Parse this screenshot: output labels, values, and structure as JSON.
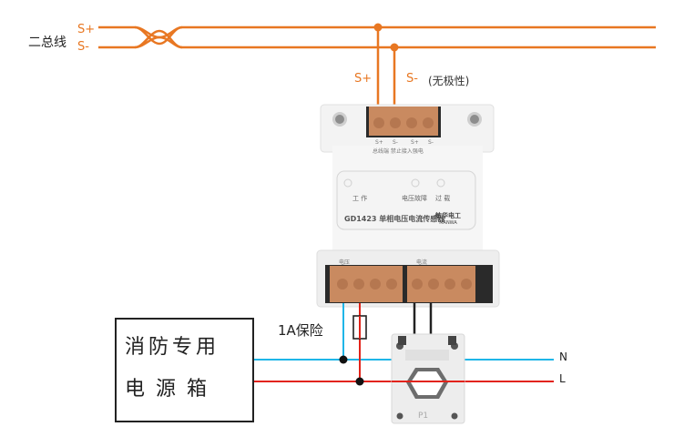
{
  "colors": {
    "bus": "#e87722",
    "neutral": "#1fb6e8",
    "line": "#e2231a",
    "ct_lead": "#222222",
    "terminal": "#c98a60",
    "device_body": "#f0f0f0"
  },
  "bus": {
    "title": "二总线",
    "s_plus": "S+",
    "s_minus": "S-"
  },
  "tap": {
    "s_plus": "S+",
    "s_minus": "S-",
    "non_polar": "(无极性)"
  },
  "device": {
    "top_terminal_pins": [
      "S+",
      "S-",
      "S+",
      "S-"
    ],
    "top_terminal_note": "总线端 禁止接入强电",
    "indicators": [
      "工 作",
      "电压故障",
      "过 载"
    ],
    "model": "GD1423 单相电压电流传感器",
    "brand_cn": "敏华电工",
    "brand_en": "MANWA",
    "bottom_left_label": "电压",
    "bottom_right_label": "电流"
  },
  "fuse": {
    "label": "1A保险"
  },
  "power_box": {
    "line1": "消防专用",
    "line2": "电源箱"
  },
  "mains": {
    "neutral": "N",
    "live": "L"
  },
  "ct": {
    "tag": "P1"
  }
}
